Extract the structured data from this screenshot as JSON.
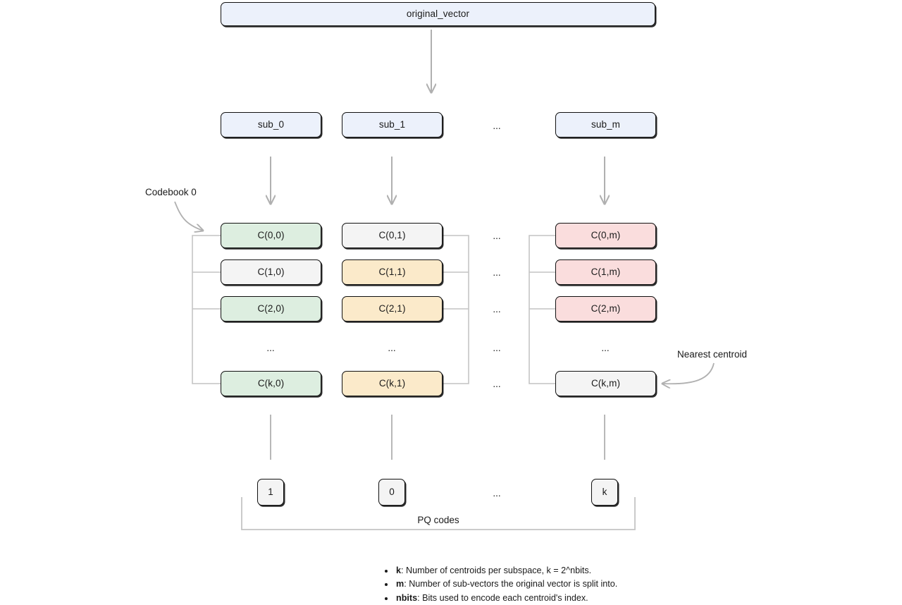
{
  "diagram": {
    "title_node": {
      "label": "original_vector",
      "color": "#ecf1fb"
    },
    "subvectors": [
      {
        "label": "sub_0"
      },
      {
        "label": "sub_1"
      },
      {
        "label": "sub_m"
      }
    ],
    "subvector_ellipsis": "...",
    "annotations": {
      "codebook": "Codebook 0",
      "nearest_centroid": "Nearest centroid"
    },
    "codebook_columns": [
      {
        "name": "codebook-0",
        "cells": [
          {
            "label": "C(0,0)",
            "color": "green"
          },
          {
            "label": "C(1,0)",
            "color": "grey"
          },
          {
            "label": "C(2,0)",
            "color": "green"
          },
          {
            "label": "...",
            "color": "none"
          },
          {
            "label": "C(k,0)",
            "color": "green"
          }
        ]
      },
      {
        "name": "codebook-1",
        "cells": [
          {
            "label": "C(0,1)",
            "color": "grey"
          },
          {
            "label": "C(1,1)",
            "color": "yellow"
          },
          {
            "label": "C(2,1)",
            "color": "yellow"
          },
          {
            "label": "...",
            "color": "none"
          },
          {
            "label": "C(k,1)",
            "color": "yellow"
          }
        ]
      },
      {
        "name": "codebook-ellipsis",
        "cells": [
          {
            "label": "...",
            "color": "none"
          },
          {
            "label": "...",
            "color": "none"
          },
          {
            "label": "...",
            "color": "none"
          },
          {
            "label": "...",
            "color": "none"
          },
          {
            "label": "...",
            "color": "none"
          }
        ]
      },
      {
        "name": "codebook-m",
        "cells": [
          {
            "label": "C(0,m)",
            "color": "pink"
          },
          {
            "label": "C(1,m)",
            "color": "pink"
          },
          {
            "label": "C(2,m)",
            "color": "pink"
          },
          {
            "label": "...",
            "color": "none"
          },
          {
            "label": "C(k,m)",
            "color": "grey"
          }
        ]
      }
    ],
    "pq_codes": {
      "bracket_label": "PQ codes",
      "codes": [
        {
          "label": "1"
        },
        {
          "label": "0"
        },
        {
          "label": "k"
        }
      ],
      "code_ellipsis": "..."
    },
    "legend": [
      {
        "term": "k",
        "text": ": Number of centroids per subspace, k = 2^nbits."
      },
      {
        "term": "m",
        "text": ": Number of sub-vectors the original vector is split into."
      },
      {
        "term": "nbits",
        "text": ": Bits used to encode each centroid's index."
      }
    ]
  },
  "colors": {
    "blue": "#ecf1fb",
    "green": "#ddeee0",
    "yellow": "#fbeaca",
    "pink": "#fadddd",
    "grey": "#f4f4f4",
    "stroke": "#111111",
    "connector": "#bfbfbf"
  }
}
